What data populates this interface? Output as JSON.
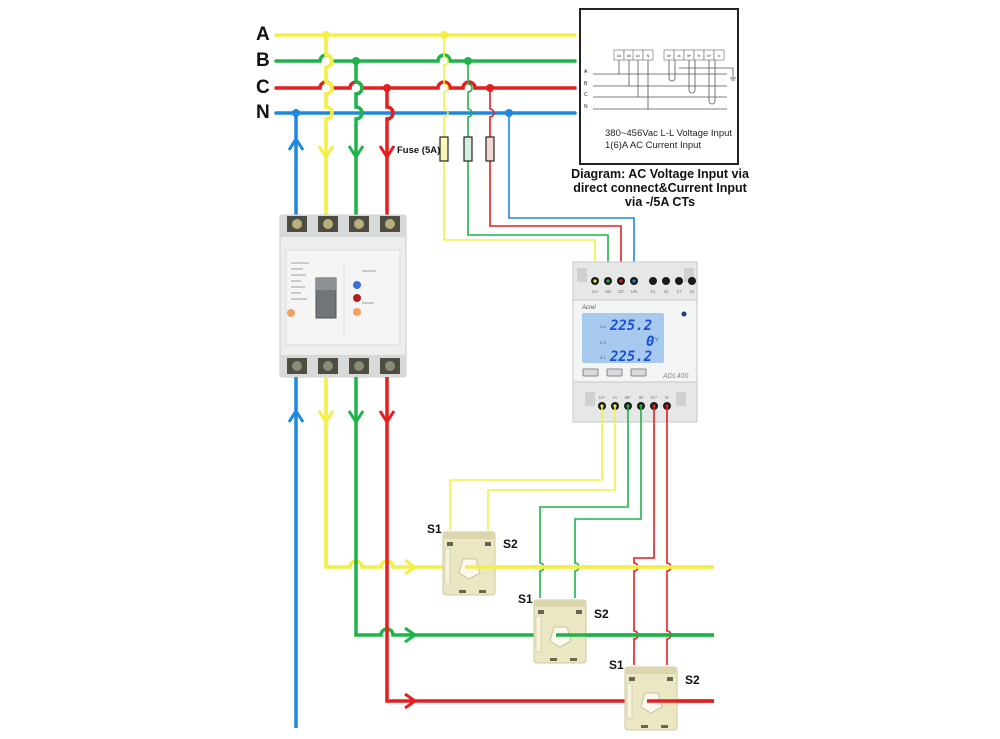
{
  "bus": {
    "labels": [
      "A",
      "B",
      "C",
      "N"
    ],
    "colors": {
      "A": "#f4ef44",
      "B": "#1fb34a",
      "C": "#e41f1f",
      "N": "#1e88e0"
    }
  },
  "fuse": {
    "label": "Fuse (5A)"
  },
  "inset": {
    "voltage_terminals": [
      "Ua",
      "Ub",
      "Uc",
      "N"
    ],
    "current_terminals": [
      "Ia*",
      "Ia",
      "Ib*",
      "Ib",
      "Ic*",
      "Ic"
    ],
    "line_labels": [
      "A",
      "B",
      "C",
      "N"
    ],
    "voltage_note": "380~456Vac L-L Voltage Input",
    "current_note": "1(6)A AC Current Input"
  },
  "caption": {
    "line1": "Diagram: AC Voltage Input via",
    "line2": "direct connect&Current Input",
    "line3": "via -/5A CTs"
  },
  "meter": {
    "brand": "Acrel",
    "model": "ADL400",
    "top_terminals": [
      "UA",
      "UB",
      "UC",
      "UN",
      "21",
      "22",
      "17",
      "18"
    ],
    "bottom_terminals": [
      "IA*",
      "IA",
      "IB*",
      "IB",
      "IC*",
      "IC"
    ],
    "display": {
      "line1": "225.2",
      "line2": "0",
      "line3": "225.2",
      "row_labels": [
        "1-2",
        "2-3",
        "3-1"
      ],
      "unit": "V"
    }
  },
  "ct": {
    "s1": "S1",
    "s2": "S2",
    "phases": [
      "A",
      "B",
      "C"
    ]
  },
  "breaker": {
    "poles": 4
  }
}
